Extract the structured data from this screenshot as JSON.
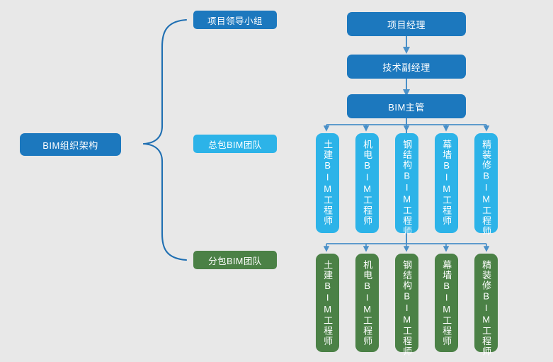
{
  "chart_data": {
    "type": "diagram",
    "title": "BIM组织架构",
    "description": "BIM organizational structure chart with a root node, three branch labels joined by a brace, a vertical management chain, and two rows of five role columns."
  },
  "colors": {
    "background": "#e8e8e8",
    "dark_blue": "#1c78be",
    "light_blue": "#2cb3e8",
    "green": "#4b8146",
    "connector_blue": "#4a90c8",
    "brace_blue": "#1f6fb2"
  },
  "root": {
    "label": "BIM组织架构"
  },
  "branches": [
    {
      "label": "项目领导小组",
      "style": "dark"
    },
    {
      "label": "总包BIM团队",
      "style": "light"
    },
    {
      "label": "分包BIM团队",
      "style": "green"
    }
  ],
  "chain": [
    {
      "label": "项目经理"
    },
    {
      "label": "技术副经理"
    },
    {
      "label": "BIM主管"
    }
  ],
  "general_contractor_roles": [
    {
      "label": "土建BIM工程师"
    },
    {
      "label": "机电BIM工程师"
    },
    {
      "label": "钢结构BIM工程师"
    },
    {
      "label": "幕墙BIM工程师"
    },
    {
      "label": "精装修BIM工程师"
    }
  ],
  "subcontractor_roles": [
    {
      "label": "土建BIM工程师"
    },
    {
      "label": "机电BIM工程师"
    },
    {
      "label": "钢结构BIM工程师"
    },
    {
      "label": "幕墙BIM工程师"
    },
    {
      "label": "精装修BIM工程师"
    }
  ]
}
